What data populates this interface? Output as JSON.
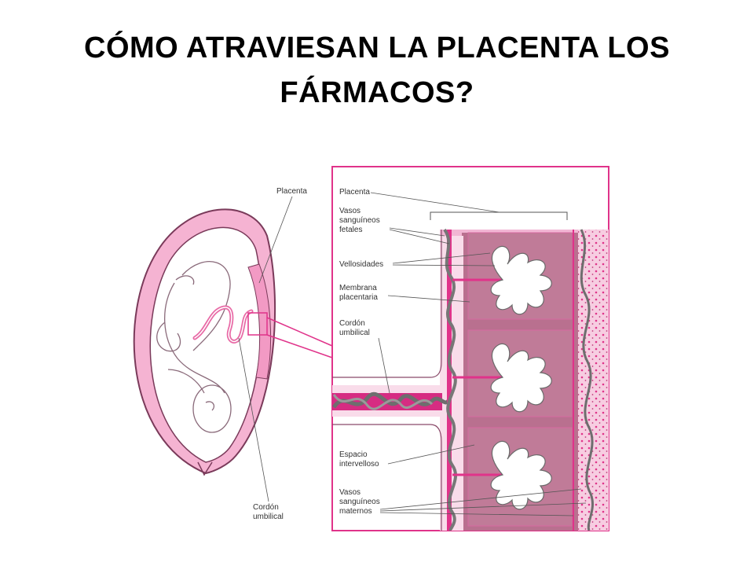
{
  "title": {
    "line1": "CÓMO ATRAVIESAN LA PLACENTA LOS",
    "line2": "FÁRMACOS?"
  },
  "labels": {
    "left_placenta": "Placenta",
    "left_cord_1": "Cordón",
    "left_cord_2": "umbilical",
    "placenta": "Placenta",
    "vasos_fetales_1": "Vasos",
    "vasos_fetales_2": "sanguíneos",
    "vasos_fetales_3": "fetales",
    "vellosidades": "Vellosidades",
    "membrana_1": "Membrana",
    "membrana_2": "placentaria",
    "cordon_1": "Cordón",
    "cordon_2": "umbilical",
    "espacio_1": "Espacio",
    "espacio_2": "intervelloso",
    "vasos_maternos_1": "Vasos",
    "vasos_maternos_2": "sanguíneos",
    "vasos_maternos_3": "maternos"
  },
  "colors": {
    "magenta": "#e0338a",
    "pink": "#f2b6d4",
    "light_pink": "#f9dcea",
    "mauve": "#b9708f",
    "gray": "#7a7a7a"
  }
}
